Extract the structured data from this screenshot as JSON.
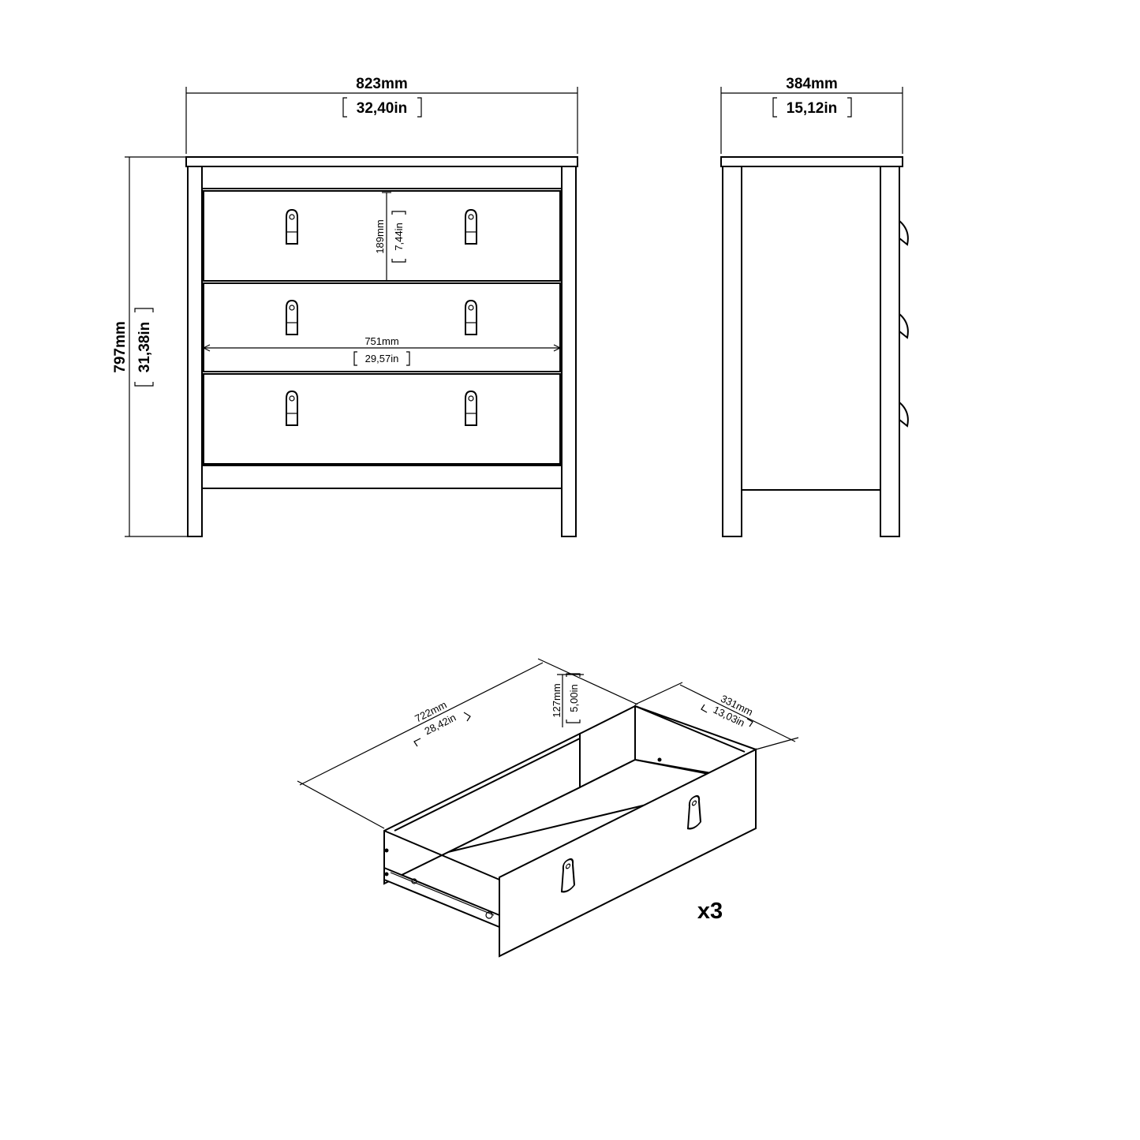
{
  "dimensions": {
    "front_width": {
      "mm": "823mm",
      "in": "32,40in"
    },
    "side_depth": {
      "mm": "384mm",
      "in": "15,12in"
    },
    "total_height": {
      "mm": "797mm",
      "in": "31,38in"
    },
    "drawer_front_height": {
      "mm": "189mm",
      "in": "7,44in"
    },
    "inner_width": {
      "mm": "751mm",
      "in": "29,57in"
    },
    "drawer_length": {
      "mm": "722mm",
      "in": "28,42in"
    },
    "drawer_height": {
      "mm": "127mm",
      "in": "5,00in"
    },
    "drawer_depth": {
      "mm": "331mm",
      "in": "13,03in"
    }
  },
  "quantity_label": "x3",
  "line_color": "#000000",
  "background_color": "#ffffff"
}
